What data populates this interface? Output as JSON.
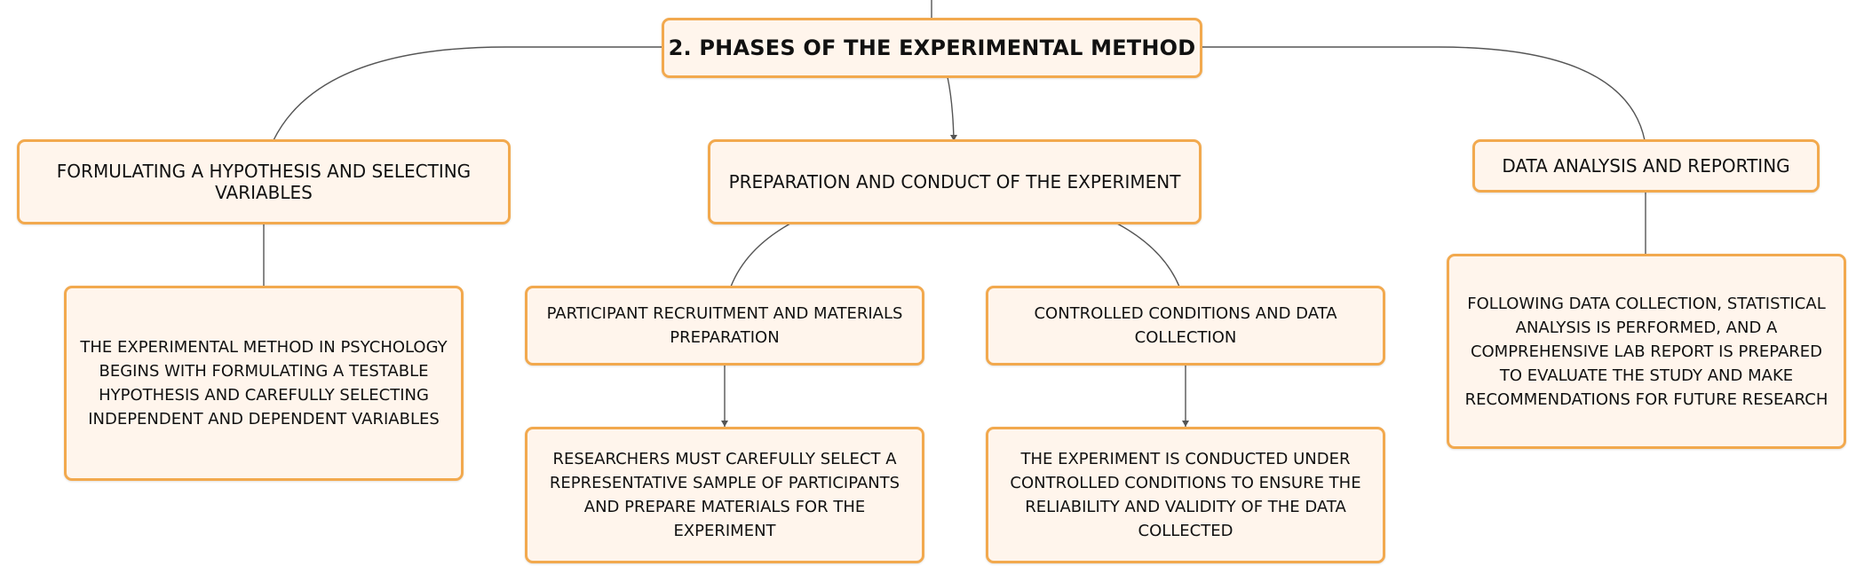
{
  "root": {
    "label": "2. PHASES OF THE EXPERIMENTAL METHOD"
  },
  "phases": [
    {
      "label": "FORMULATING A HYPOTHESIS AND SELECTING VARIABLES",
      "description": "THE EXPERIMENTAL METHOD IN PSYCHOLOGY BEGINS WITH FORMULATING A TESTABLE HYPOTHESIS AND CAREFULLY SELECTING INDEPENDENT AND DEPENDENT VARIABLES"
    },
    {
      "label": "PREPARATION AND CONDUCT OF THE EXPERIMENT",
      "children": [
        {
          "label": "PARTICIPANT RECRUITMENT AND MATERIALS PREPARATION",
          "description": "RESEARCHERS MUST CAREFULLY SELECT A REPRESENTATIVE SAMPLE OF PARTICIPANTS AND PREPARE MATERIALS FOR THE EXPERIMENT"
        },
        {
          "label": "CONTROLLED CONDITIONS AND DATA COLLECTION",
          "description": "THE EXPERIMENT IS CONDUCTED UNDER CONTROLLED CONDITIONS TO ENSURE THE RELIABILITY AND VALIDITY OF THE DATA COLLECTED"
        }
      ]
    },
    {
      "label": "DATA ANALYSIS AND REPORTING",
      "description": "FOLLOWING DATA COLLECTION, STATISTICAL ANALYSIS IS PERFORMED, AND A COMPREHENSIVE LAB REPORT IS PREPARED TO EVALUATE THE STUDY AND MAKE RECOMMENDATIONS FOR FUTURE RESEARCH"
    }
  ],
  "colors": {
    "border": "#f2a94e",
    "fill": "#fff5ec",
    "line": "#555555"
  }
}
